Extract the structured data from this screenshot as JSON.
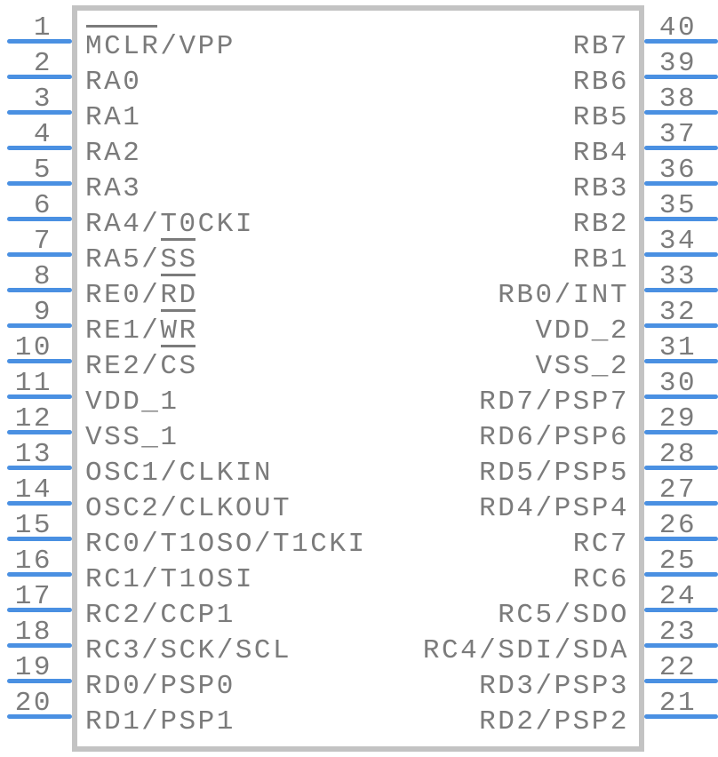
{
  "diagram": {
    "type": "ic-pin-diagram",
    "package_pin_count": 40,
    "colors": {
      "background": "#ffffff",
      "pin_line": "#4a90e2",
      "body_border": "#c3c3c3",
      "text": "#7b7b7b"
    },
    "pins": {
      "left": [
        {
          "number": "1",
          "parts": [
            {
              "text": "MCLR",
              "bar": true
            },
            {
              "text": "/VPP",
              "bar": false
            }
          ]
        },
        {
          "number": "2",
          "parts": [
            {
              "text": "RA0",
              "bar": false
            }
          ]
        },
        {
          "number": "3",
          "parts": [
            {
              "text": "RA1",
              "bar": false
            }
          ]
        },
        {
          "number": "4",
          "parts": [
            {
              "text": "RA2",
              "bar": false
            }
          ]
        },
        {
          "number": "5",
          "parts": [
            {
              "text": "RA3",
              "bar": false
            }
          ]
        },
        {
          "number": "6",
          "parts": [
            {
              "text": "RA4/T0CKI",
              "bar": false
            }
          ]
        },
        {
          "number": "7",
          "parts": [
            {
              "text": "RA5/",
              "bar": false
            },
            {
              "text": "SS",
              "bar": true
            }
          ]
        },
        {
          "number": "8",
          "parts": [
            {
              "text": "RE0/",
              "bar": false
            },
            {
              "text": "RD",
              "bar": true
            }
          ]
        },
        {
          "number": "9",
          "parts": [
            {
              "text": "RE1/",
              "bar": false
            },
            {
              "text": "WR",
              "bar": true
            }
          ]
        },
        {
          "number": "10",
          "parts": [
            {
              "text": "RE2/",
              "bar": false
            },
            {
              "text": "CS",
              "bar": true
            }
          ]
        },
        {
          "number": "11",
          "parts": [
            {
              "text": "VDD_1",
              "bar": false
            }
          ]
        },
        {
          "number": "12",
          "parts": [
            {
              "text": "VSS_1",
              "bar": false
            }
          ]
        },
        {
          "number": "13",
          "parts": [
            {
              "text": "OSC1/CLKIN",
              "bar": false
            }
          ]
        },
        {
          "number": "14",
          "parts": [
            {
              "text": "OSC2/CLKOUT",
              "bar": false
            }
          ]
        },
        {
          "number": "15",
          "parts": [
            {
              "text": "RC0/T1OSO/T1CKI",
              "bar": false
            }
          ]
        },
        {
          "number": "16",
          "parts": [
            {
              "text": "RC1/T1OSI",
              "bar": false
            }
          ]
        },
        {
          "number": "17",
          "parts": [
            {
              "text": "RC2/CCP1",
              "bar": false
            }
          ]
        },
        {
          "number": "18",
          "parts": [
            {
              "text": "RC3/SCK/SCL",
              "bar": false
            }
          ]
        },
        {
          "number": "19",
          "parts": [
            {
              "text": "RD0/PSP0",
              "bar": false
            }
          ]
        },
        {
          "number": "20",
          "parts": [
            {
              "text": "RD1/PSP1",
              "bar": false
            }
          ]
        }
      ],
      "right": [
        {
          "number": "40",
          "parts": [
            {
              "text": "RB7",
              "bar": false
            }
          ]
        },
        {
          "number": "39",
          "parts": [
            {
              "text": "RB6",
              "bar": false
            }
          ]
        },
        {
          "number": "38",
          "parts": [
            {
              "text": "RB5",
              "bar": false
            }
          ]
        },
        {
          "number": "37",
          "parts": [
            {
              "text": "RB4",
              "bar": false
            }
          ]
        },
        {
          "number": "36",
          "parts": [
            {
              "text": "RB3",
              "bar": false
            }
          ]
        },
        {
          "number": "35",
          "parts": [
            {
              "text": "RB2",
              "bar": false
            }
          ]
        },
        {
          "number": "34",
          "parts": [
            {
              "text": "RB1",
              "bar": false
            }
          ]
        },
        {
          "number": "33",
          "parts": [
            {
              "text": "RB0/INT",
              "bar": false
            }
          ]
        },
        {
          "number": "32",
          "parts": [
            {
              "text": "VDD_2",
              "bar": false
            }
          ]
        },
        {
          "number": "31",
          "parts": [
            {
              "text": "VSS_2",
              "bar": false
            }
          ]
        },
        {
          "number": "30",
          "parts": [
            {
              "text": "RD7/PSP7",
              "bar": false
            }
          ]
        },
        {
          "number": "29",
          "parts": [
            {
              "text": "RD6/PSP6",
              "bar": false
            }
          ]
        },
        {
          "number": "28",
          "parts": [
            {
              "text": "RD5/PSP5",
              "bar": false
            }
          ]
        },
        {
          "number": "27",
          "parts": [
            {
              "text": "RD4/PSP4",
              "bar": false
            }
          ]
        },
        {
          "number": "26",
          "parts": [
            {
              "text": "RC7",
              "bar": false
            }
          ]
        },
        {
          "number": "25",
          "parts": [
            {
              "text": "RC6",
              "bar": false
            }
          ]
        },
        {
          "number": "24",
          "parts": [
            {
              "text": "RC5/SDO",
              "bar": false
            }
          ]
        },
        {
          "number": "23",
          "parts": [
            {
              "text": "RC4/SDI/SDA",
              "bar": false
            }
          ]
        },
        {
          "number": "22",
          "parts": [
            {
              "text": "RD3/PSP3",
              "bar": false
            }
          ]
        },
        {
          "number": "21",
          "parts": [
            {
              "text": "RD2/PSP2",
              "bar": false
            }
          ]
        }
      ]
    }
  }
}
